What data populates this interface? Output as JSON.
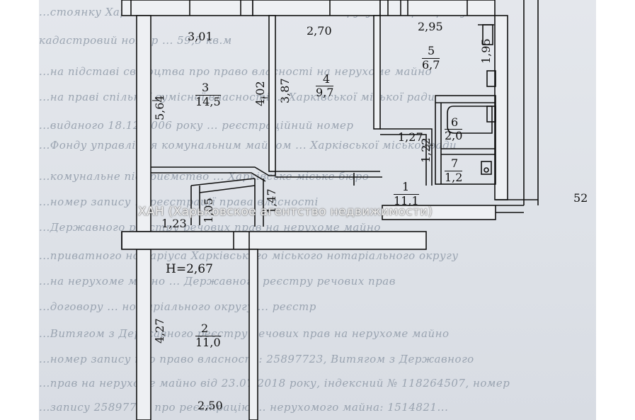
{
  "watermark": "ХАН (Харьковское агентство недвижимости)",
  "ceiling_height": "Н=2,67",
  "dimensions": {
    "d_3_01": "3,01",
    "d_2_70": "2,70",
    "d_2_95": "2,95",
    "d_1_95": "1,95",
    "d_5_64": "5,64",
    "d_4_02": "4,02",
    "d_3_87": "3,87",
    "d_1_27": "1,27",
    "d_1_22": "1,22",
    "d_1_05": "1,05",
    "d_1_47": "1,47",
    "d_1_23": "1,23",
    "d_4_27": "4,27",
    "d_2_50": "2,50",
    "d_52": "52"
  },
  "rooms": [
    {
      "number": "1",
      "area": "11,1"
    },
    {
      "number": "2",
      "area": "11,0"
    },
    {
      "number": "3",
      "area": "14,5"
    },
    {
      "number": "4",
      "area": "9,7"
    },
    {
      "number": "5",
      "area": "6,7"
    },
    {
      "number": "6",
      "area": "2,0"
    },
    {
      "number": "7",
      "area": "1,2"
    }
  ],
  "background_text": [
    "...стоянку Харківського міського нотаріального округу ... квартири вул.",
    "кадастровий номер ... 59,5 кв.м",
    "...на підставі свідоцтва про право власності на нерухоме майно",
    "...на праві спільної сумісної власності ... Харківської міської ради",
    "...виданого 18.12.2006 року ... реєстраційний номер",
    "...Фонду управління комунальним майном ... Харківської міської ради",
    "...комунальне підприємство ... Харківське міське бюро",
    "...номер запису ... реєстрації права власності",
    "...Державного реєстру речових прав на нерухоме майно",
    "...приватного нотаріуса Харківського міського нотаріального округу",
    "...на нерухоме майно ... Державного реєстру речових прав",
    "...договору ... нотаріального округу ... реєстр",
    "...Витягом з Державного реєстру речових прав на нерухоме майно",
    "...номер запису про право власності: 25897723, Витягом з Державного",
    "...прав на нерухоме майно від 23.07.2018 року, індексний № 118264507, номер",
    "...запису 25897718 про реєстрацію ... нерухомого майна: 1514821..."
  ]
}
